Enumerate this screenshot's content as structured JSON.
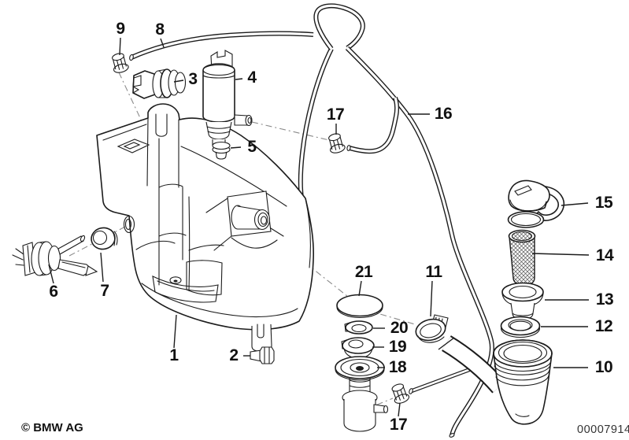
{
  "footer": {
    "copyright": "© BMW AG",
    "drawing_number": "00007914"
  },
  "colors": {
    "background": "#ffffff",
    "line": "#1c1c1c",
    "axis_line": "#8a8a8a",
    "label": "#111111"
  },
  "callouts": {
    "n1": "1",
    "n2": "2",
    "n3": "3",
    "n4": "4",
    "n5": "5",
    "n6": "6",
    "n7": "7",
    "n8": "8",
    "n9": "9",
    "n10": "10",
    "n11": "11",
    "n12": "12",
    "n13": "13",
    "n14": "14",
    "n15": "15",
    "n16": "16",
    "n17a": "17",
    "n17b": "17",
    "n18": "18",
    "n19": "19",
    "n20": "20",
    "n21": "21"
  }
}
